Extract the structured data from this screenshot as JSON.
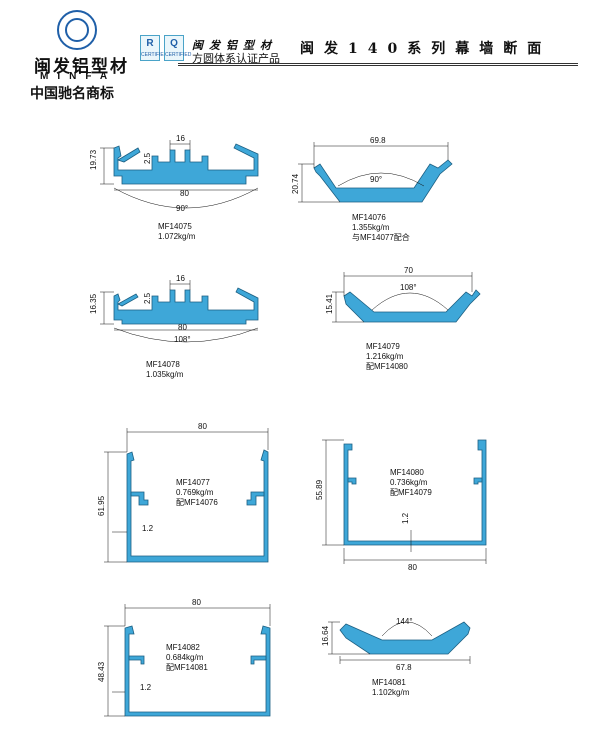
{
  "header": {
    "logo_text": "闽发铝型材",
    "logo_en": "MINFA",
    "logo_mark": "中国驰名商标",
    "cert_badges": [
      "R",
      "Q"
    ],
    "cert_badge_sub": [
      "CERTIFIED",
      "CERTIFIED"
    ],
    "cert_line1": "闽发铝型材",
    "cert_line2": "方圆体系认证产品",
    "page_title": "闽发140系列幕墙断面"
  },
  "colors": {
    "profile": "#3ea7d8",
    "profile_stroke": "#1c5f82",
    "brand": "#1f5fa8"
  },
  "profiles": [
    {
      "id": "MF14075",
      "weight": "1.072kg/m",
      "note": "",
      "dims": {
        "width": "80",
        "height": "19.73",
        "slot": "16",
        "wall": "2.5",
        "angle": "90°"
      }
    },
    {
      "id": "MF14076",
      "weight": "1.355kg/m",
      "note": "与MF14077配合",
      "dims": {
        "width": "69.8",
        "height": "20.74",
        "angle": "90°"
      }
    },
    {
      "id": "MF14078",
      "weight": "1.035kg/m",
      "note": "",
      "dims": {
        "width": "80",
        "height": "16.35",
        "slot": "16",
        "wall": "2.5",
        "angle": "108°"
      }
    },
    {
      "id": "MF14079",
      "weight": "1.216kg/m",
      "note": "配MF14080",
      "dims": {
        "width": "70",
        "height": "15.41",
        "angle": "108°"
      }
    },
    {
      "id": "MF14077",
      "weight": "0.769kg/m",
      "note": "配MF14076",
      "dims": {
        "width": "80",
        "height": "61.95",
        "wall": "1.2"
      }
    },
    {
      "id": "MF14080",
      "weight": "0.736kg/m",
      "note": "配MF14079",
      "dims": {
        "width": "80",
        "height": "55.89",
        "wall": "1.2"
      }
    },
    {
      "id": "MF14082",
      "weight": "0.684kg/m",
      "note": "配MF14081",
      "dims": {
        "width": "80",
        "height": "48.43",
        "wall": "1.2"
      }
    },
    {
      "id": "MF14081",
      "weight": "1.102kg/m",
      "note": "",
      "dims": {
        "width": "67.8",
        "height": "16.64",
        "angle": "144°"
      }
    }
  ]
}
